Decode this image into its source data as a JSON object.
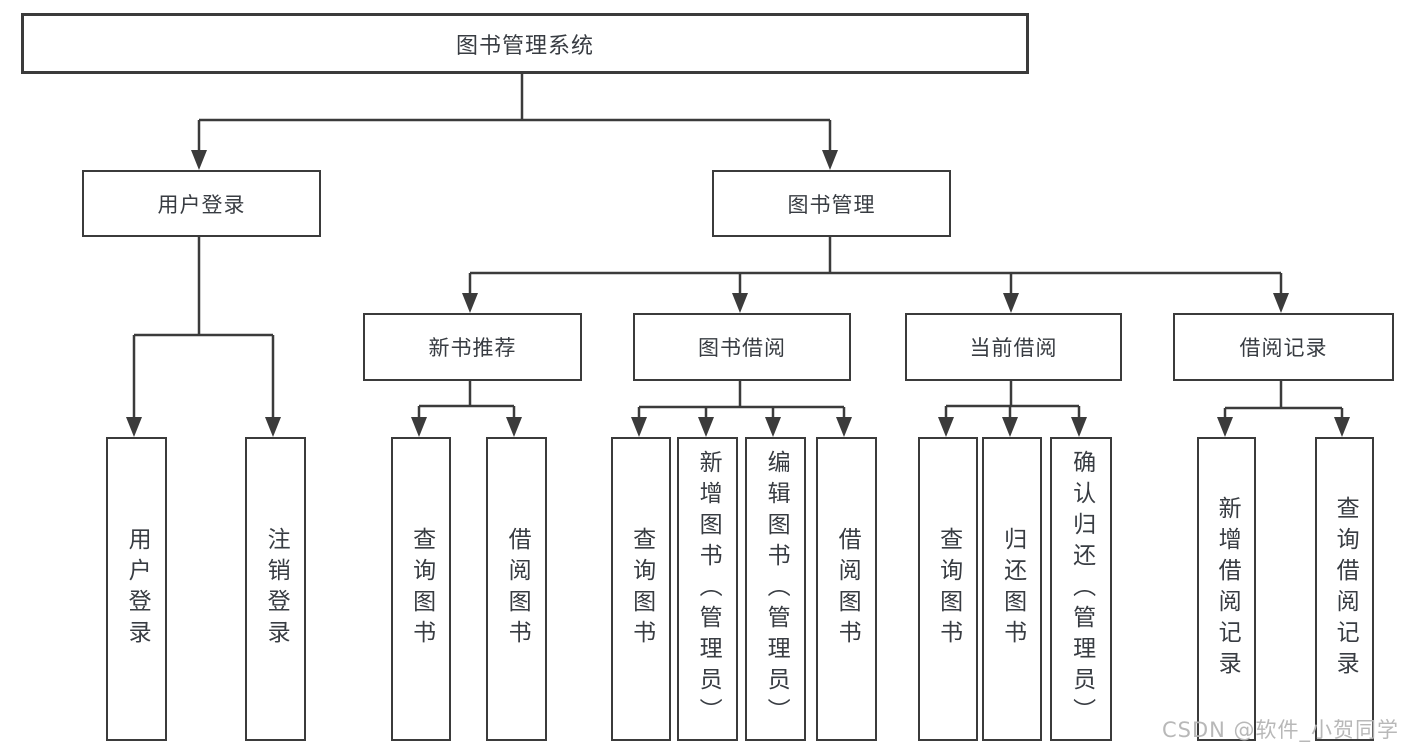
{
  "colors": {
    "line": "#3b3b3b",
    "box_border": "#3b3b3b",
    "text": "#383c42",
    "watermark": "#b5b5b5"
  },
  "tree": {
    "label": "图书管理系统",
    "children": [
      {
        "label": "用户登录",
        "children": [
          {
            "label": "用户登录"
          },
          {
            "label": "注销登录"
          }
        ]
      },
      {
        "label": "图书管理",
        "children": [
          {
            "label": "新书推荐",
            "children": [
              {
                "label": "查询图书"
              },
              {
                "label": "借阅图书"
              }
            ]
          },
          {
            "label": "图书借阅",
            "children": [
              {
                "label": "查询图书"
              },
              {
                "label": "新增图书（管理员）"
              },
              {
                "label": "编辑图书（管理员）"
              },
              {
                "label": "借阅图书"
              }
            ]
          },
          {
            "label": "当前借阅",
            "children": [
              {
                "label": "查询图书"
              },
              {
                "label": "归还图书"
              },
              {
                "label": "确认归还（管理员）"
              }
            ]
          },
          {
            "label": "借阅记录",
            "children": [
              {
                "label": "新增借阅记录"
              },
              {
                "label": "查询借阅记录"
              }
            ]
          }
        ]
      }
    ]
  },
  "watermark": {
    "text": "CSDN @软件_小贺同学"
  }
}
